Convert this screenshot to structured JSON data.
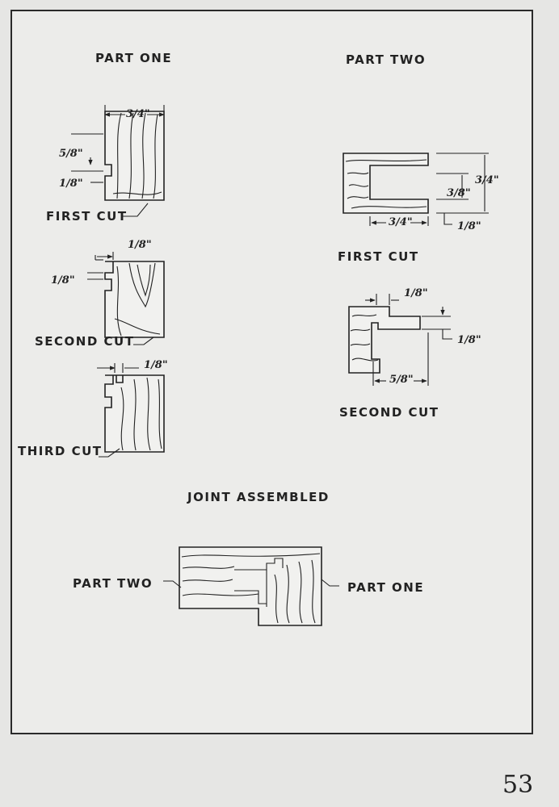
{
  "page_number": "53",
  "part_one": {
    "heading": "PART ONE",
    "first_cut": {
      "label": "FIRST CUT",
      "dim_width": "3/4\"",
      "dim_top": "5/8\"",
      "dim_groove": "1/8\""
    },
    "second_cut": {
      "label": "SECOND CUT",
      "dim_top": "1/8\"",
      "dim_side": "1/8\""
    },
    "third_cut": {
      "label": "THIRD CUT",
      "dim_top": "1/8\""
    }
  },
  "part_two": {
    "heading": "PART TWO",
    "first_cut": {
      "label": "FIRST CUT",
      "dim_depth": "3/4\"",
      "dim_height": "3/4\"",
      "dim_inner": "3/8\"",
      "dim_lip": "1/8\""
    },
    "second_cut": {
      "label": "SECOND CUT",
      "dim_top": "1/8\"",
      "dim_right": "1/8\"",
      "dim_bottom": "5/8\""
    }
  },
  "assembled": {
    "heading": "JOINT ASSEMBLED",
    "left_label": "PART TWO",
    "right_label": "PART ONE"
  }
}
